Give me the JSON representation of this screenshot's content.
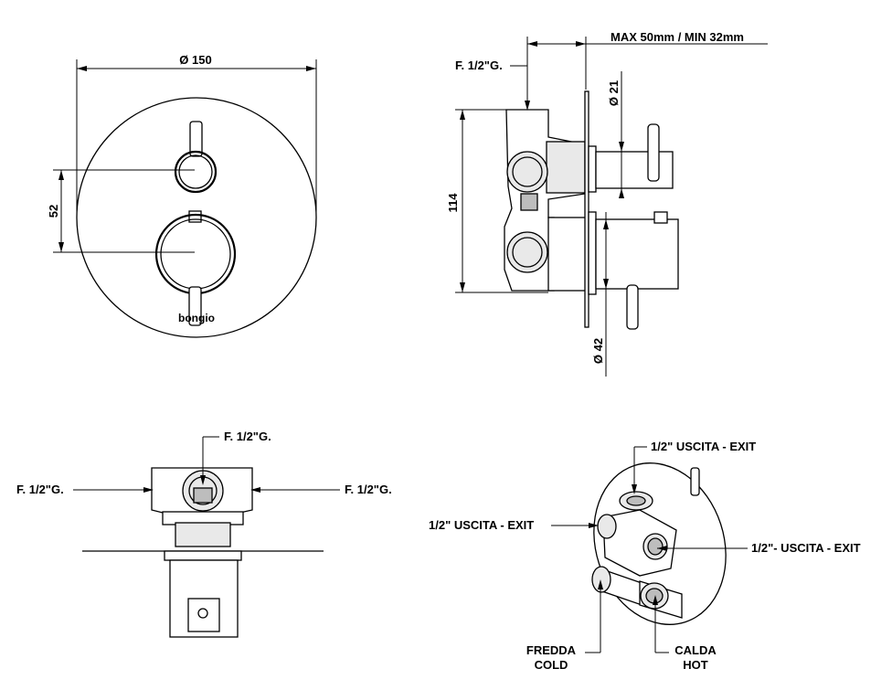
{
  "front_view": {
    "diameter_label": "Ø 150",
    "spacing_label": "52",
    "logo_text": "bongio"
  },
  "side_view": {
    "depth_label": "MAX 50mm / MIN 32mm",
    "inlet_label": "F. 1/2\"G.",
    "height_label": "114",
    "small_diameter_label": "Ø 21",
    "large_diameter_label": "Ø 42"
  },
  "top_view": {
    "top_inlet_label": "F. 1/2\"G.",
    "left_inlet_label": "F. 1/2\"G.",
    "right_inlet_label": "F. 1/2\"G."
  },
  "iso_view": {
    "top_exit_label": "1/2\" USCITA - EXIT",
    "left_exit_label": "1/2\" USCITA - EXIT",
    "right_exit_label": "1/2\"- USCITA - EXIT",
    "cold_label_it": "FREDDA",
    "cold_label_en": "COLD",
    "hot_label_it": "CALDA",
    "hot_label_en": "HOT"
  }
}
